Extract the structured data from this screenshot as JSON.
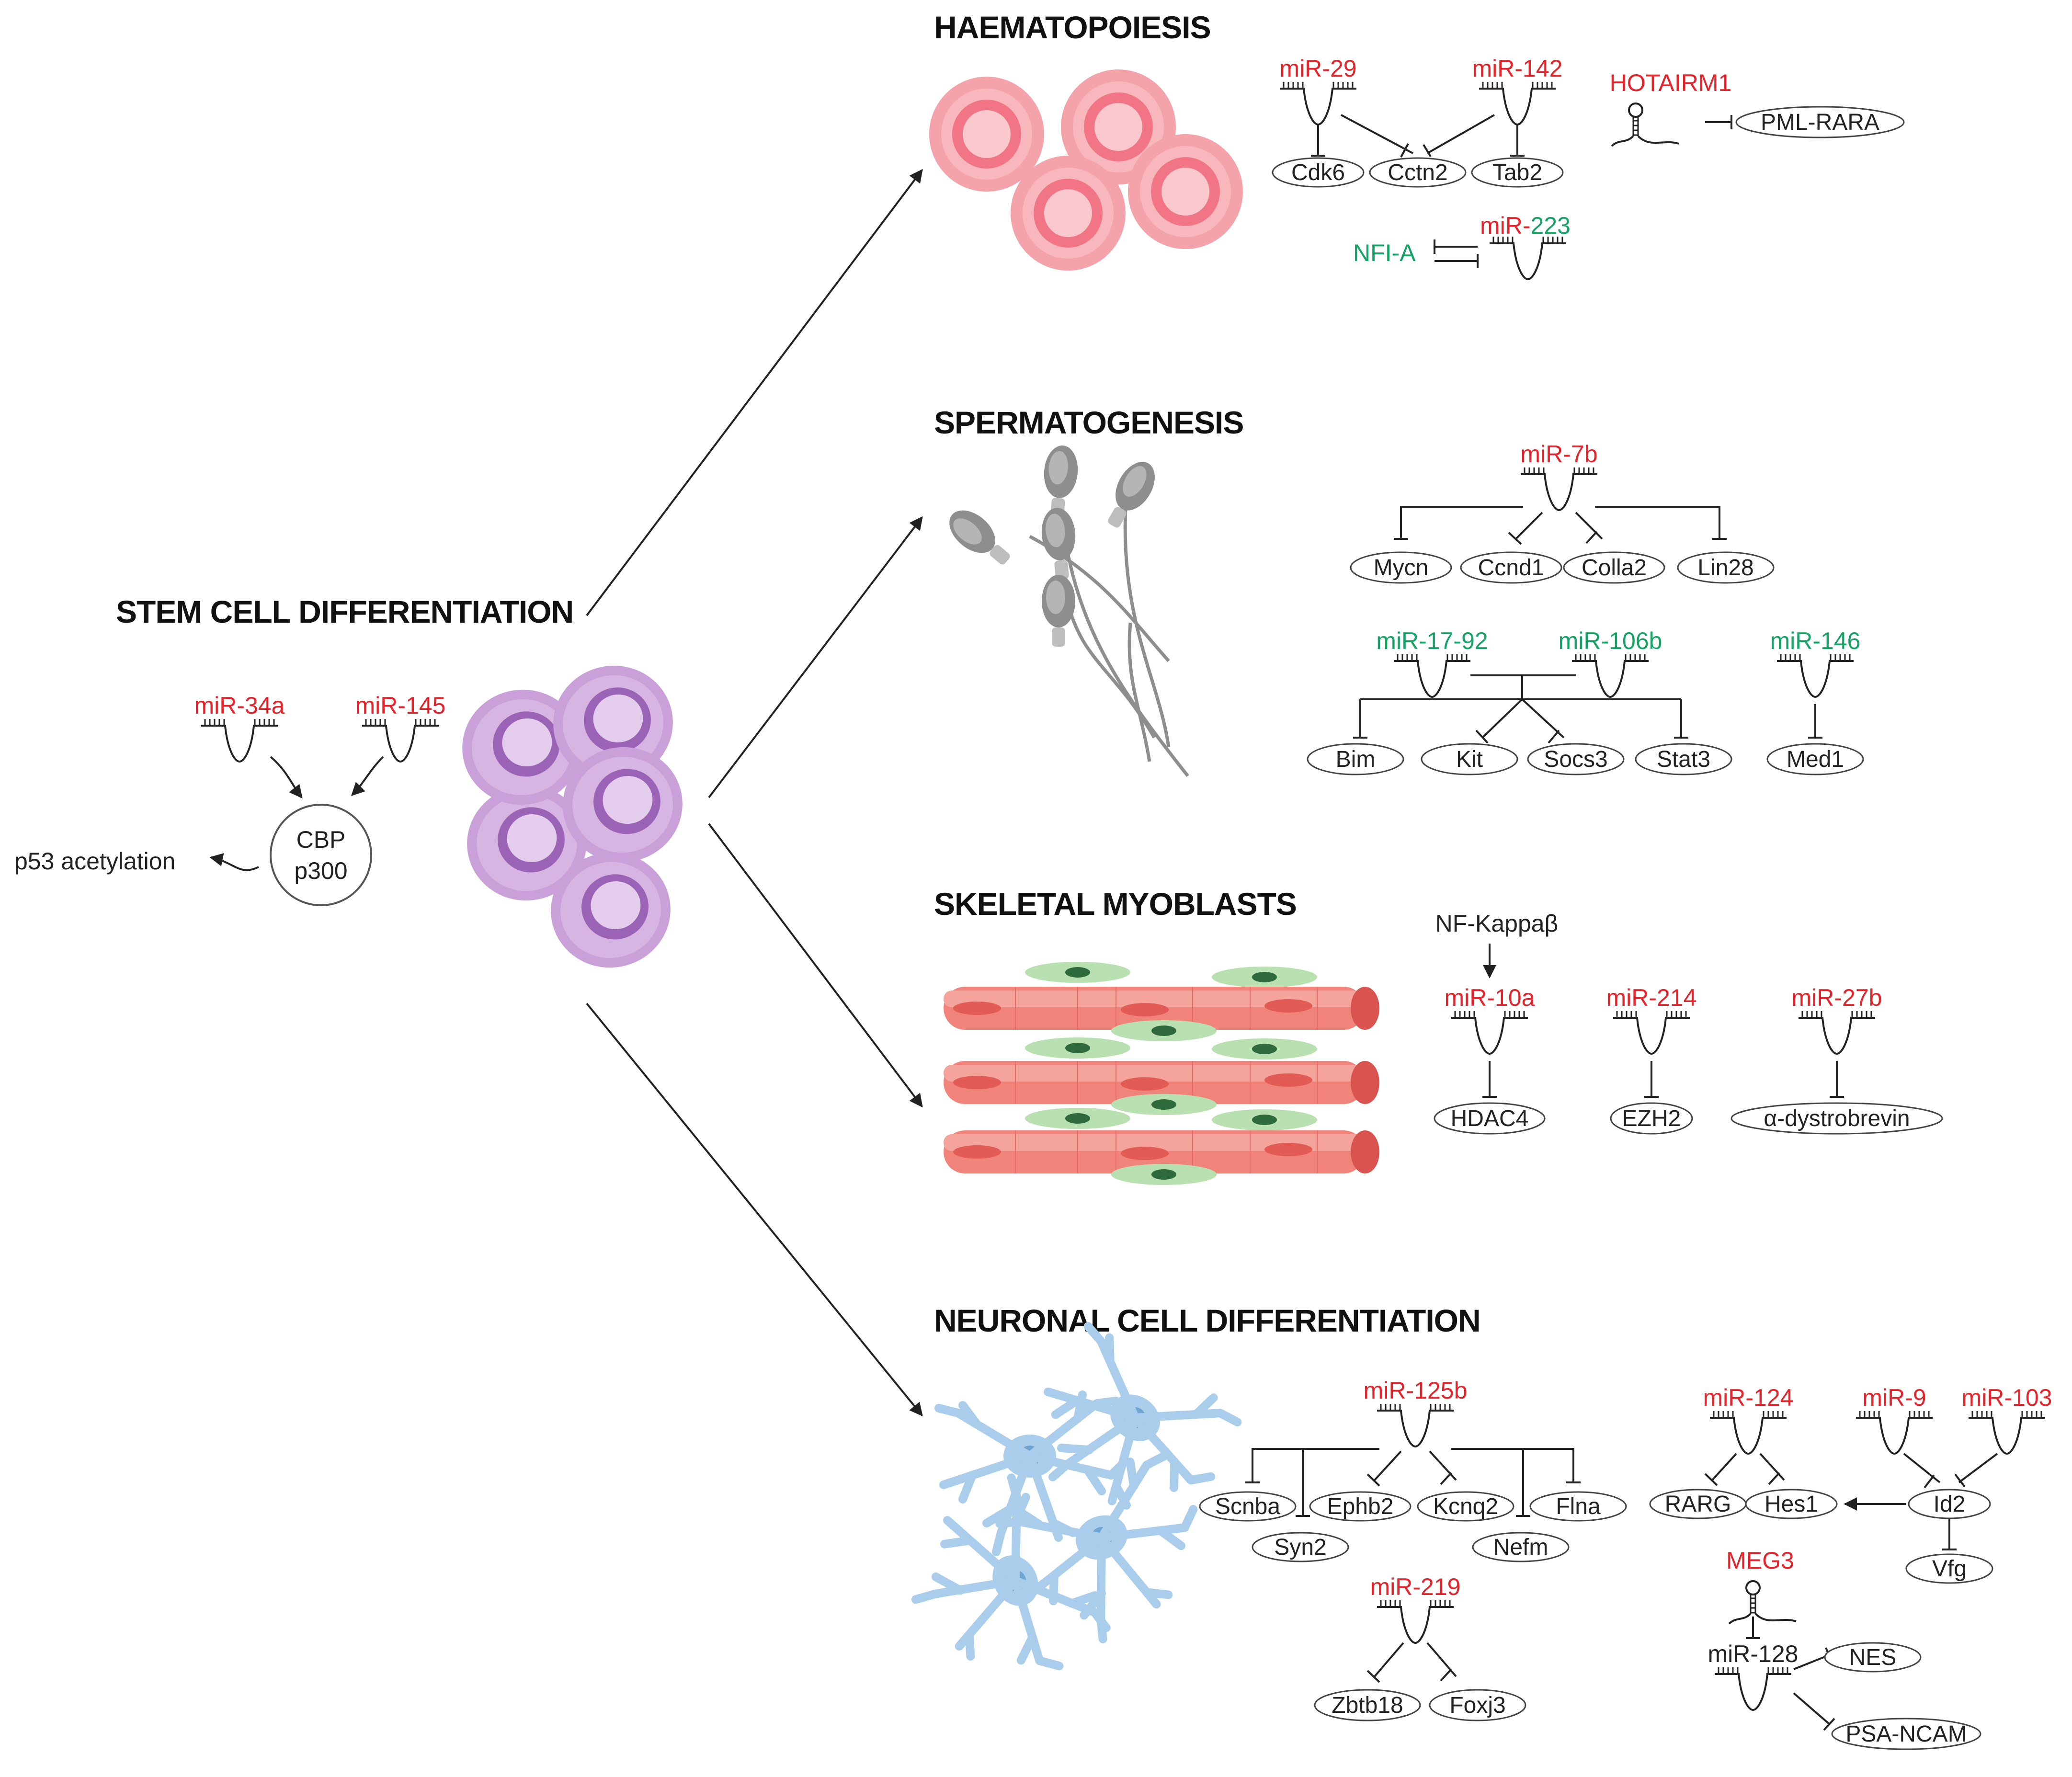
{
  "main": {
    "title": "STEM CELL DIFFERENTIATION",
    "mirs": [
      {
        "label": "miR-34a",
        "color": "#e4242a"
      },
      {
        "label": "miR-145",
        "color": "#e4242a"
      }
    ],
    "cbp": {
      "line1": "CBP",
      "line2": "p300"
    },
    "p53": "p53 acetylation"
  },
  "haematopoiesis": {
    "title": "HAEMATOPOIESIS",
    "mirs": [
      "miR-29",
      "miR-142"
    ],
    "targets": [
      "Cdk6",
      "Cctn2",
      "Tab2"
    ],
    "lnc": "HOTAIRM1",
    "lnc_target": "PML-RARA",
    "nfia": "NFI-A",
    "mir223_prefix": "miR-",
    "mir223_suffix": "223"
  },
  "spermatogenesis": {
    "title": "SPERMATOGENESIS",
    "mir_top": "miR-7b",
    "top_targets": [
      "Mycn",
      "Ccnd1",
      "Colla2",
      "Lin28"
    ],
    "mirs_bottom": [
      "miR-17-92",
      "miR-106b",
      "miR-146"
    ],
    "bottom_targets": [
      "Bim",
      "Kit",
      "Socs3",
      "Stat3"
    ],
    "med1": "Med1"
  },
  "skeletal": {
    "title": "SKELETAL MYOBLASTS",
    "nfk": "NF-Kappaβ",
    "mirs": [
      "miR-10a",
      "miR-214",
      "miR-27b"
    ],
    "targets": [
      "HDAC4",
      "EZH2",
      "α-dystrobrevin"
    ]
  },
  "neuronal": {
    "title": "NEURONAL CELL DIFFERENTIATION",
    "mir125b": "miR-125b",
    "targets125b": [
      "Scnba",
      "Syn2",
      "Ephb2",
      "Kcnq2",
      "Nefm",
      "Flna"
    ],
    "mir219": "miR-219",
    "targets219": [
      "Zbtb18",
      "Foxj3"
    ],
    "mir124": "miR-124",
    "targets124": [
      "RARG",
      "Hes1"
    ],
    "mir9": "miR-9",
    "mir103": "miR-103",
    "id2": "Id2",
    "vfg": "Vfg",
    "meg3": "MEG3",
    "mir128": "miR-128",
    "targets128": [
      "NES",
      "PSA-NCAM"
    ]
  },
  "colors": {
    "red_label": "#e4242a",
    "green_label": "#15a265",
    "rbc_outer": "#f4a3ab",
    "rbc_inner": "#f27585",
    "stem_outer": "#c9a0d8",
    "stem_inner": "#9a63b5",
    "sperm": "#8e8e8e",
    "muscle": "#f0847a",
    "satellite": "#b8e0b0",
    "neuron": "#a9cdea"
  }
}
